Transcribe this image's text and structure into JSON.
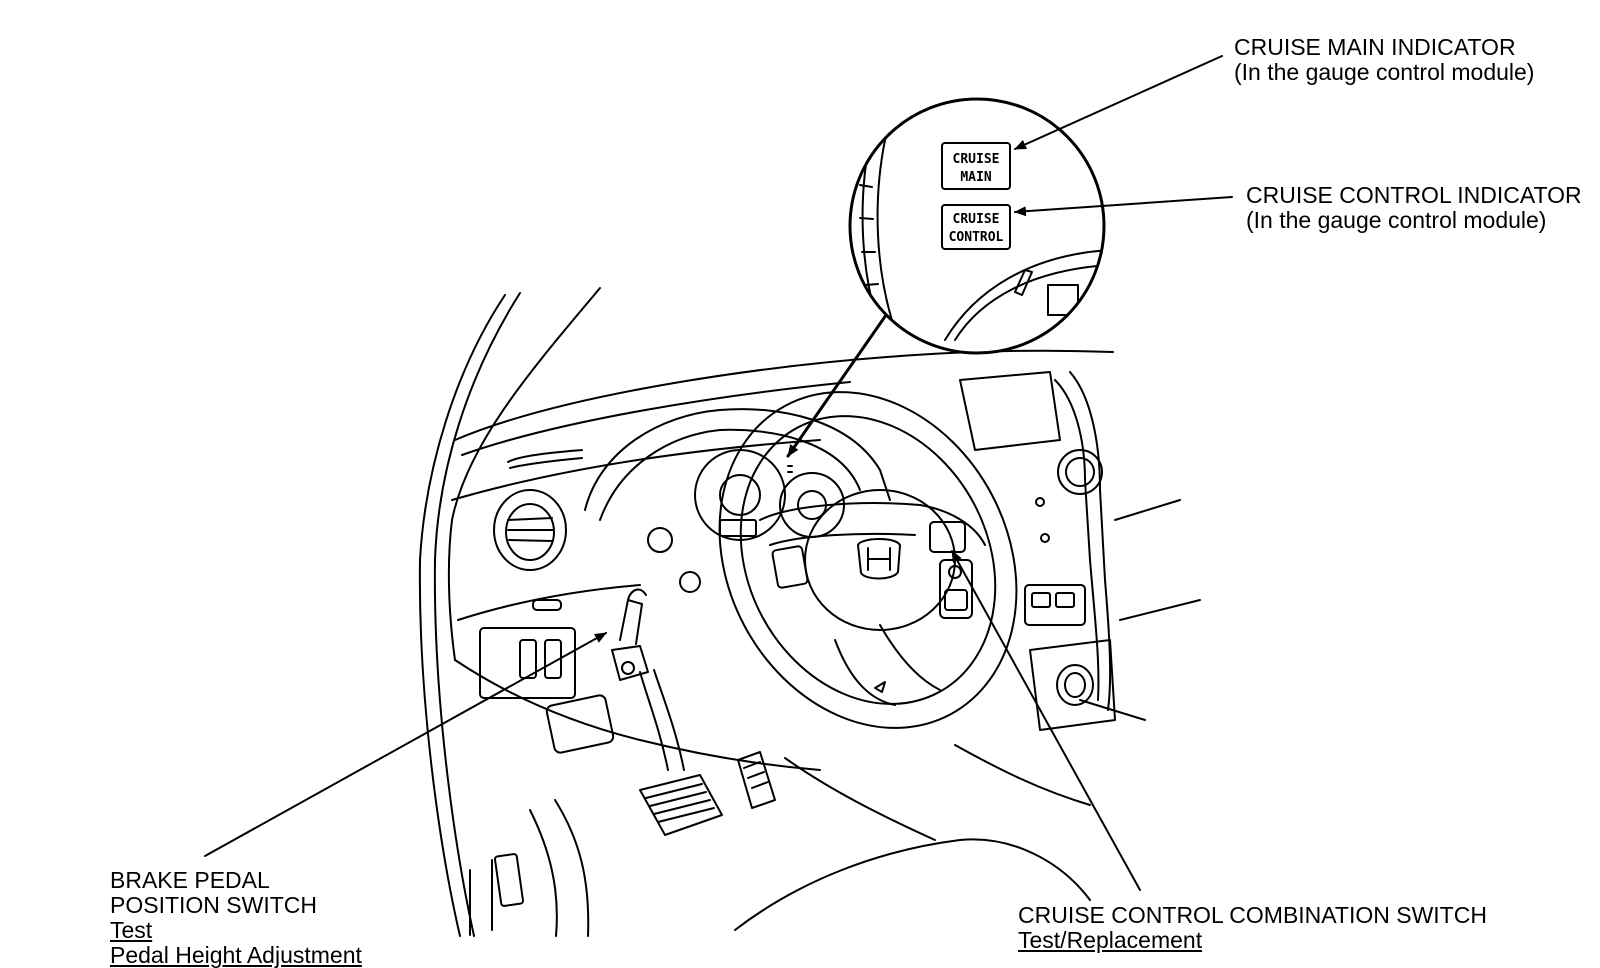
{
  "labels": {
    "cruise_main": {
      "name": "CRUISE MAIN INDICATOR",
      "location": "(In the gauge control module)"
    },
    "cruise_control": {
      "name": "CRUISE CONTROL INDICATOR",
      "location": "(In the gauge control module)"
    },
    "brake_switch": {
      "name_line1": "BRAKE PEDAL",
      "name_line2": "POSITION SWITCH",
      "link_test": "Test",
      "link_adjust": "Pedal Height Adjustment"
    },
    "combo_switch": {
      "name": "CRUISE CONTROL COMBINATION SWITCH",
      "link": "Test/Replacement"
    }
  },
  "indicators": {
    "main_line1": "CRUISE",
    "main_line2": "MAIN",
    "control_line1": "CRUISE",
    "control_line2": "CONTROL"
  },
  "colors": {
    "ink": "#000000",
    "background": "#ffffff"
  }
}
